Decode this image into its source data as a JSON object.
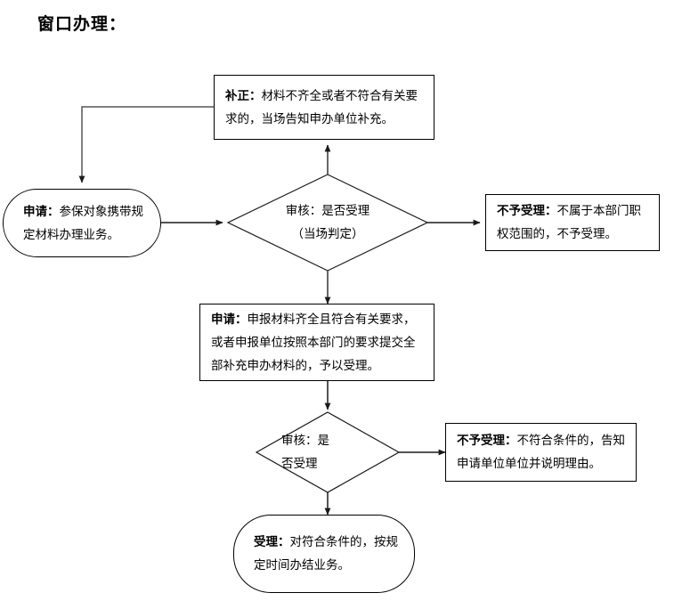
{
  "page": {
    "title": "窗口办理：",
    "background_color": "#ffffff",
    "line_color": "#1a1a1a",
    "text_color": "#000000"
  },
  "chart_data": {
    "type": "diagram",
    "diagram_kind": "flowchart",
    "title": "窗口办理：",
    "orientation": "left-to-right with vertical branches",
    "nodes": [
      {
        "id": "n1",
        "shape": "stadium",
        "name": "apply-window",
        "lead": "申请：",
        "body": "参保对象携带规定材料办理业务。",
        "full_text": "申请：参保对象携带规定材料办理业务。"
      },
      {
        "id": "n2",
        "shape": "diamond",
        "name": "review-accept-decision",
        "line1_lead": "审核：",
        "line1_body": "是否受理",
        "line2": "（当场判定）",
        "full_text": "审核：是否受理（当场判定）"
      },
      {
        "id": "n3",
        "shape": "rect",
        "name": "correction-box",
        "lead": "补正：",
        "body": "材料不齐全或者不符合有关要求的，当场告知申办单位补充。",
        "full_text": "补正：材料不齐全或者不符合有关要求的，当场告知申办单位补充。"
      },
      {
        "id": "n4",
        "shape": "rect",
        "name": "reject-out-of-scope-box",
        "lead": "不予受理：",
        "body": "不属于本部门职权范围的，不予受理。",
        "full_text": "不予受理：不属于本部门职权范围的，不予受理。"
      },
      {
        "id": "n5",
        "shape": "rect",
        "name": "application-complete-box",
        "lead": "申请：",
        "body": "申报材料齐全且符合有关要求，或者申报单位按照本部门的要求提交全部补充申办材料的，予以受理。",
        "full_text": "申请：申报材料齐全且符合有关要求，或者申报单位按照本部门的要求提交全部补充申办材料的，予以受理。"
      },
      {
        "id": "n6",
        "shape": "diamond",
        "name": "second-review-decision",
        "line1_lead": "审核：",
        "line1_body": "是",
        "line2": "否受理",
        "full_text": "审核：是否受理"
      },
      {
        "id": "n7",
        "shape": "rect",
        "name": "reject-not-qualified-box",
        "lead": "不予受理：",
        "body": "不符合条件的，告知申请单位单位并说明理由。",
        "full_text": "不予受理：不符合条件的，告知申请单位单位并说明理由。"
      },
      {
        "id": "n8",
        "shape": "stadium",
        "name": "accept-and-process",
        "lead": "受理：",
        "body": "对符合条件的，按规定时间办结业务。",
        "full_text": "受理：对符合条件的，按规定时间办结业务。"
      }
    ],
    "edges": [
      {
        "from": "n1",
        "to": "n2",
        "style": "arrow-right",
        "label": ""
      },
      {
        "from": "n2",
        "to": "n3",
        "style": "arrow-up",
        "label": ""
      },
      {
        "from": "n3",
        "to": "n1",
        "style": "elbow-left-down-arrow",
        "label": ""
      },
      {
        "from": "n2",
        "to": "n4",
        "style": "arrow-right",
        "label": ""
      },
      {
        "from": "n2",
        "to": "n5",
        "style": "arrow-down",
        "label": ""
      },
      {
        "from": "n5",
        "to": "n6",
        "style": "arrow-down",
        "label": ""
      },
      {
        "from": "n6",
        "to": "n7",
        "style": "arrow-right",
        "label": ""
      },
      {
        "from": "n6",
        "to": "n8",
        "style": "arrow-down",
        "label": ""
      }
    ]
  }
}
